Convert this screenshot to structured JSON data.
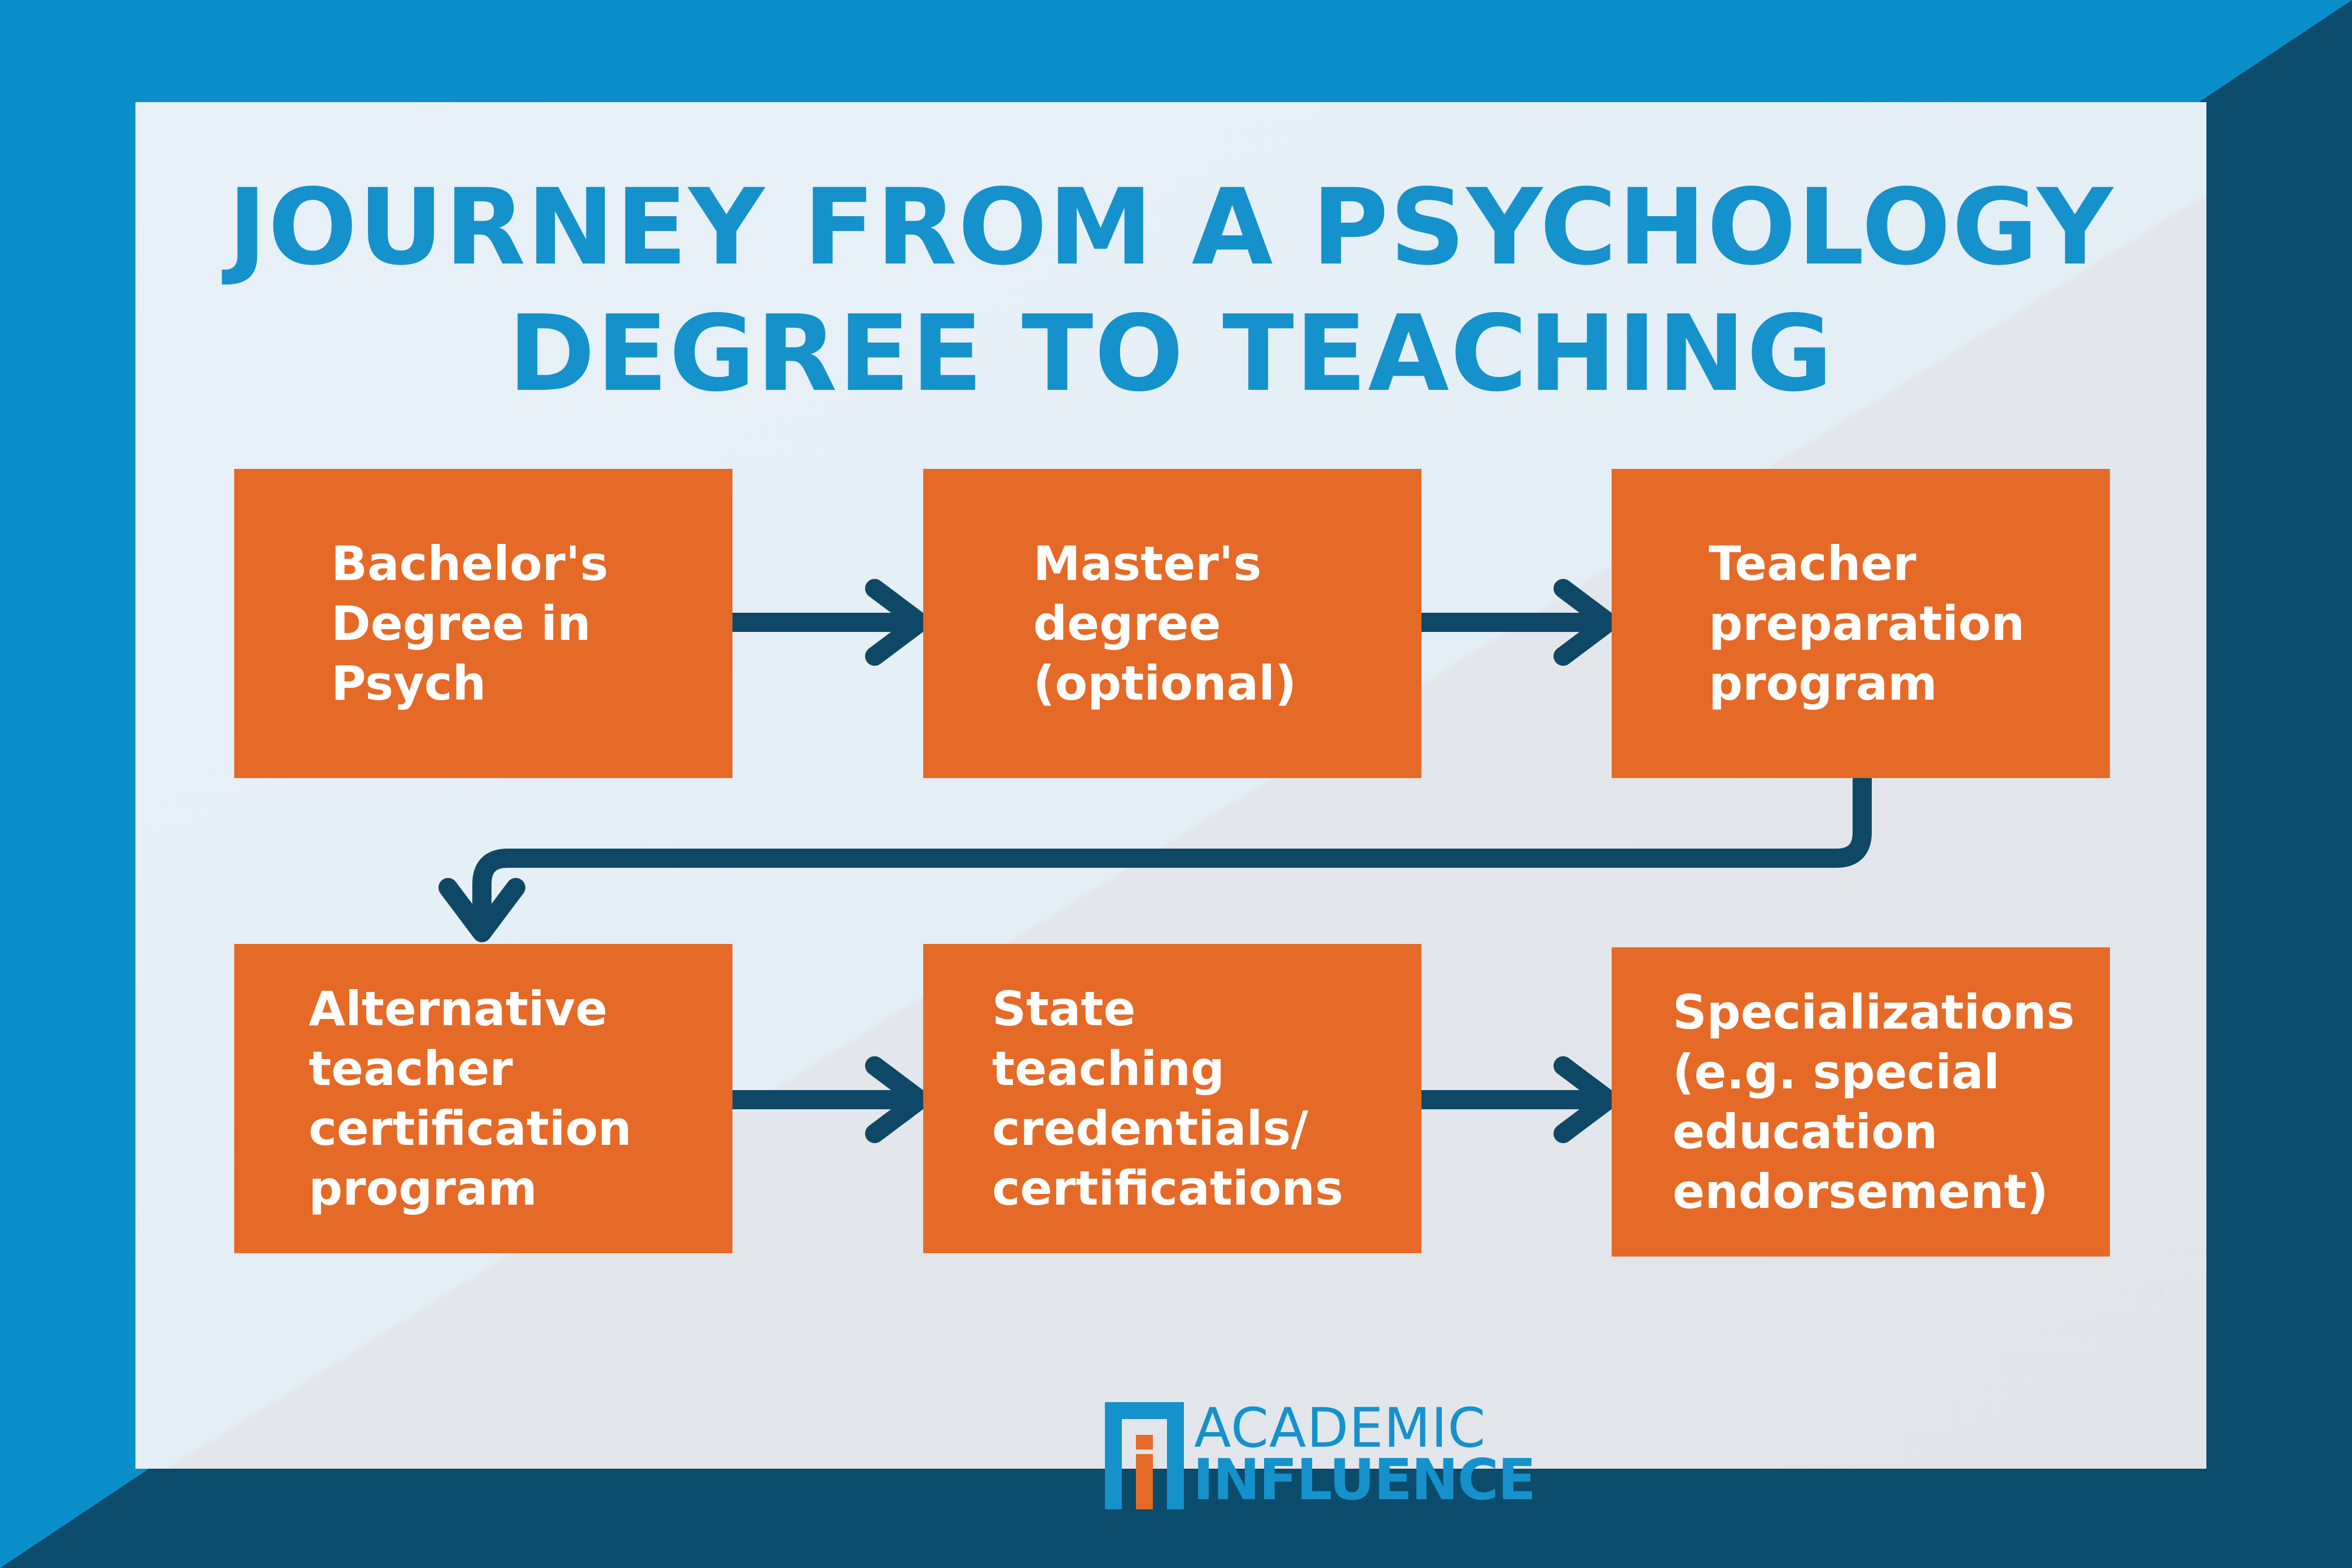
{
  "colors": {
    "outer_light_blue": "#0a8fcb",
    "outer_dark_blue": "#0b4b6c",
    "title_blue": "#1591cc",
    "box_orange": "#e56a27",
    "arrow_navy": "#0f4866",
    "box_text": "#ffffff"
  },
  "title": {
    "line1": "JOURNEY FROM A PSYCHOLOGY",
    "line2": "DEGREE TO TEACHING"
  },
  "steps": [
    {
      "id": "bachelors",
      "label": "Bachelor's\nDegree in\nPsych"
    },
    {
      "id": "masters",
      "label": "Master's\ndegree\n(optional)"
    },
    {
      "id": "teacher-prep",
      "label": "Teacher\npreparation\nprogram"
    },
    {
      "id": "alternative-cert",
      "label": "Alternative\nteacher\ncertification\nprogram"
    },
    {
      "id": "state-credentials",
      "label": "State\nteaching\ncredentials/\ncertifications"
    },
    {
      "id": "specializations",
      "label": "Specializations\n(e.g. special\neducation\nendorsement)"
    }
  ],
  "logo": {
    "line1": "ACADEMIC",
    "line2": "INFLUENCE",
    "icon": "academic-influence-logo-icon"
  }
}
